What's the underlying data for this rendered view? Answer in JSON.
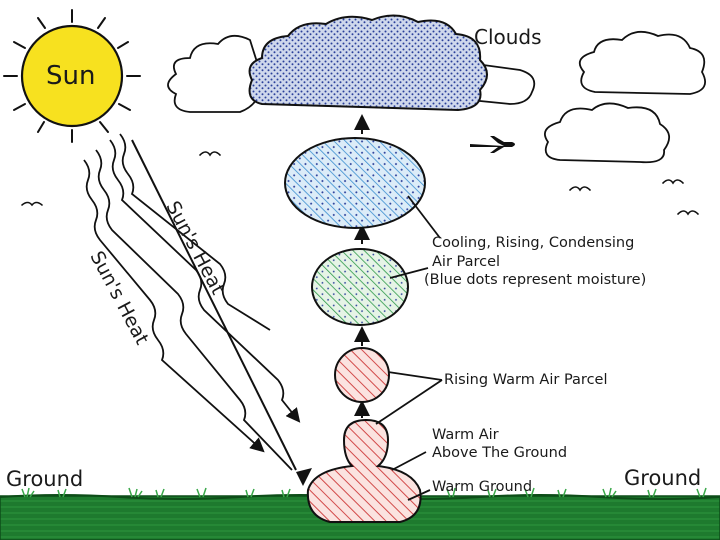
{
  "labels": {
    "sun": "Sun",
    "clouds": "Clouds",
    "suns_heat_1": "Sun's Heat",
    "suns_heat_2": "Sun's Heat",
    "cooling_line1": "Cooling, Rising, Condensing",
    "cooling_line2": "Air Parcel",
    "cooling_line3": "(Blue dots represent moisture)",
    "rising_warm": "Rising Warm Air Parcel",
    "warm_air_line1": "Warm Air",
    "warm_air_line2": "Above The Ground",
    "warm_ground": "Warm Ground",
    "ground_left": "Ground",
    "ground_right": "Ground"
  },
  "colors": {
    "sun_fill": "#f7e11f",
    "cloud_dark": "#2a3f9a",
    "parcel_blue": "#3b8fd0",
    "parcel_green": "#2e9a4a",
    "parcel_red": "#d24a4a",
    "warm_fill": "#f3c9c4",
    "ground": "#1e7a2e"
  },
  "icons": {
    "airplane": "airplane-icon",
    "birds": "bird-icon"
  }
}
